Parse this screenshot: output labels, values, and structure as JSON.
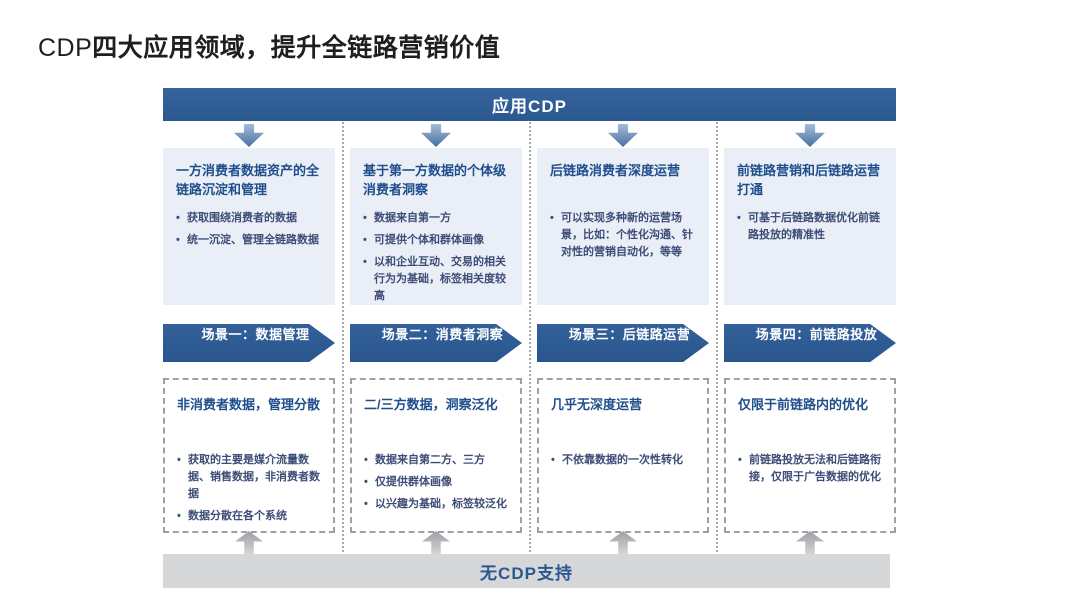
{
  "title": {
    "prefix": "CDP",
    "rest": "四大应用领域，提升全链路营销价值"
  },
  "top_bar_label": "应用CDP",
  "bottom_bar_label": "无CDP支持",
  "icons": {
    "down_arrow": "down-arrow",
    "up_arrow": "up-arrow"
  },
  "colors": {
    "header_blue": "#2c5890",
    "banner_blue": "#2e5b93",
    "topbox_bg": "#eaeef6",
    "bottom_bar_gray": "#d5d7d9",
    "box_title_blue": "#1f4e8c",
    "bullet_navy": "#3e4d77"
  },
  "columns": [
    {
      "with_cdp": {
        "title": "一方消费者数据资产的全链路沉淀和管理",
        "bullets": [
          "获取围绕消费者的数据",
          "统一沉淀、管理全链路数据"
        ]
      },
      "scenario": "场景一：数据管理",
      "without_cdp": {
        "title": "非消费者数据，管理分散",
        "bullets": [
          "获取的主要是媒介流量数据、销售数据，非消费者数据",
          "数据分散在各个系统"
        ]
      }
    },
    {
      "with_cdp": {
        "title": "基于第一方数据的个体级消费者洞察",
        "bullets": [
          "数据来自第一方",
          "可提供个体和群体画像",
          "以和企业互动、交易的相关行为为基础，标签相关度较高"
        ]
      },
      "scenario": "场景二：消费者洞察",
      "without_cdp": {
        "title": "二/三方数据，洞察泛化",
        "bullets": [
          "数据来自第二方、三方",
          "仅提供群体画像",
          "以兴趣为基础，标签较泛化"
        ]
      }
    },
    {
      "with_cdp": {
        "title": "后链路消费者深度运营",
        "bullets": [
          "可以实现多种新的运营场景，比如：个性化沟通、针对性的营销自动化，等等"
        ]
      },
      "scenario": "场景三：后链路运营",
      "without_cdp": {
        "title": "几乎无深度运营",
        "bullets": [
          "不依靠数据的一次性转化"
        ]
      }
    },
    {
      "with_cdp": {
        "title": "前链路营销和后链路运营打通",
        "bullets": [
          "可基于后链路数据优化前链路投放的精准性"
        ]
      },
      "scenario": "场景四：前链路投放",
      "without_cdp": {
        "title": "仅限于前链路内的优化",
        "bullets": [
          "前链路投放无法和后链路衔接，仅限于广告数据的优化"
        ]
      }
    }
  ]
}
